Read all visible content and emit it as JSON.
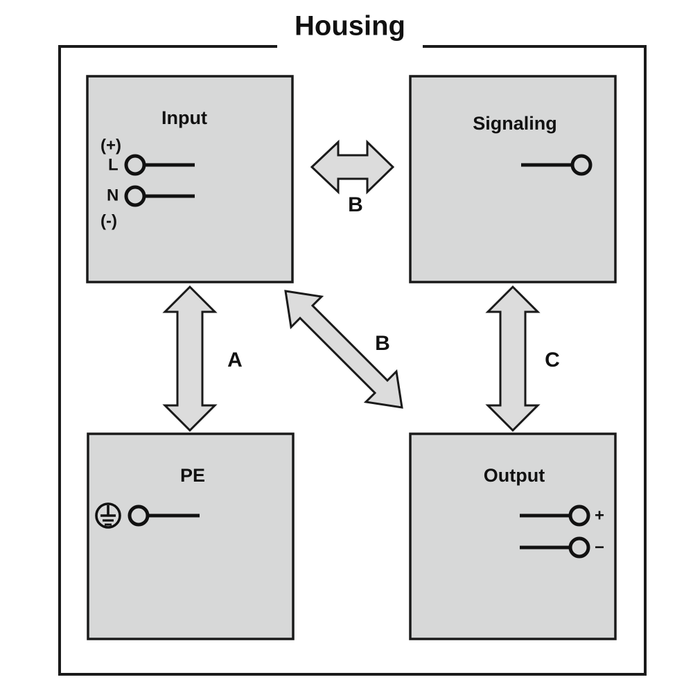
{
  "diagram": {
    "title": "Housing",
    "type": "block-diagram",
    "colors": {
      "block_fill": "#d7d8d8",
      "block_stroke": "#1a1a1a",
      "arrow_fill": "#dcdcdc",
      "arrow_stroke": "#1a1a1a",
      "text": "#111111",
      "background": "#ffffff"
    },
    "blocks": [
      {
        "id": "input",
        "label": "Input",
        "terminals": [
          {
            "id": "input-plus-note",
            "label": "(+)",
            "kind": "note"
          },
          {
            "id": "input-l",
            "label": "L",
            "kind": "terminal"
          },
          {
            "id": "input-n",
            "label": "N",
            "kind": "terminal"
          },
          {
            "id": "input-minus-note",
            "label": "(-)",
            "kind": "note"
          }
        ]
      },
      {
        "id": "signaling",
        "label": "Signaling",
        "terminals": [
          {
            "id": "signaling-terminal",
            "label": "",
            "kind": "terminal"
          }
        ]
      },
      {
        "id": "pe",
        "label": "PE",
        "terminals": [
          {
            "id": "pe-earth",
            "label": "",
            "kind": "terminal",
            "symbol": "protective-earth"
          }
        ]
      },
      {
        "id": "output",
        "label": "Output",
        "terminals": [
          {
            "id": "output-plus",
            "label": "+",
            "kind": "terminal"
          },
          {
            "id": "output-minus",
            "label": "−",
            "kind": "terminal"
          }
        ]
      }
    ],
    "arrows": [
      {
        "id": "arrow-input-signaling",
        "label": "B",
        "orientation": "horizontal",
        "from": "input",
        "to": "signaling"
      },
      {
        "id": "arrow-input-pe",
        "label": "A",
        "orientation": "vertical",
        "from": "input",
        "to": "pe"
      },
      {
        "id": "arrow-input-output",
        "label": "B",
        "orientation": "diagonal",
        "from": "input",
        "to": "output"
      },
      {
        "id": "arrow-signaling-output",
        "label": "C",
        "orientation": "vertical",
        "from": "signaling",
        "to": "output"
      }
    ]
  }
}
